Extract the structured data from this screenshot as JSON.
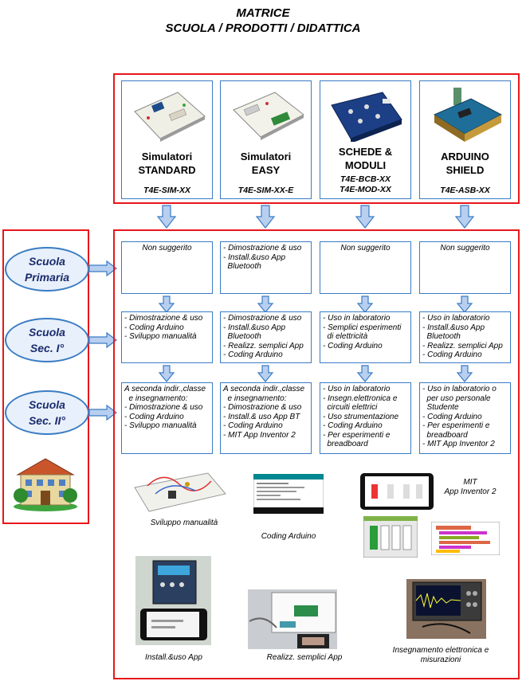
{
  "title": {
    "line1": "MATRICE",
    "line2": "SCUOLA / PRODOTTI / DIDATTICA"
  },
  "products": [
    {
      "name": "Simulatori\nSTANDARD",
      "code": "T4E-SIM-XX"
    },
    {
      "name": "Simulatori\nEASY",
      "code": "T4E-SIM-XX-E"
    },
    {
      "name": "SCHEDE &\nMODULI",
      "code": "T4E-BCB-XX\nT4E-MOD-XX"
    },
    {
      "name": "ARDUINO\nSHIELD",
      "code": "T4E-ASB-XX"
    }
  ],
  "schools": [
    {
      "label": "Scuola\nPrimaria"
    },
    {
      "label": "Scuola\nSec. I°"
    },
    {
      "label": "Scuola\nSec. II°"
    }
  ],
  "matrix": [
    [
      {
        "text": "Non suggerito",
        "align": "center"
      },
      {
        "text": "- Dimostrazione & uso\n- Install.&uso App\n  Bluetooth",
        "align": "left"
      },
      {
        "text": "Non suggerito",
        "align": "center"
      },
      {
        "text": "Non suggerito",
        "align": "center"
      }
    ],
    [
      {
        "text": "- Dimostrazione & uso\n- Coding Arduino\n- Sviluppo manualità",
        "align": "left"
      },
      {
        "text": "- Dimostrazione & uso\n- Install.&uso App\n  Bluetooth\n- Realizz. semplici App\n- Coding Arduino",
        "align": "left"
      },
      {
        "text": "- Uso in laboratorio\n- Semplici esperimenti\n  di elettricità\n- Coding Arduino",
        "align": "left"
      },
      {
        "text": "- Uso in laboratorio\n- Install.&uso App\n  Bluetooth\n- Realizz. semplici App\n- Coding Arduino",
        "align": "left"
      }
    ],
    [
      {
        "text": "A seconda indir.,classe\n  e insegnamento:\n- Dimostrazione & uso\n- Coding Arduino\n- Sviluppo manualità",
        "align": "left"
      },
      {
        "text": "A seconda indir.,classe\n  e insegnamento:\n- Dimostrazione & uso\n- Install.& uso App BT\n- Coding Arduino\n- MIT App Inventor 2",
        "align": "left"
      },
      {
        "text": "- Uso in laboratorio\n- Insegn.elettronica e\n  circuiti elettrici\n- Uso strumentazione\n- Coding Arduino\n- Per esperimenti e\n  breadboard",
        "align": "left"
      },
      {
        "text": "- Uso in laboratorio o\n  per uso personale\n  Studente\n- Coding Arduino\n- Per esperimenti e\n  breadboard\n- MIT App Inventor 2",
        "align": "left"
      }
    ]
  ],
  "captions": {
    "sviluppo": "Sviluppo manualità",
    "coding": "Coding Arduino",
    "mit": "MIT\nApp Inventor 2",
    "install": "Install.&uso App",
    "realizz": "Realizz. semplici App",
    "insegnamento": "Insegnamento elettronica e\nmisurazioni"
  },
  "colors": {
    "red_frame": "#e8161b",
    "blue_border": "#3a7cc4",
    "arrow_fill": "#b8cff0",
    "oval_fill": "#e8f0fb"
  },
  "icons": [
    "down-arrow-icon",
    "right-arrow-icon",
    "school-building-icon"
  ]
}
